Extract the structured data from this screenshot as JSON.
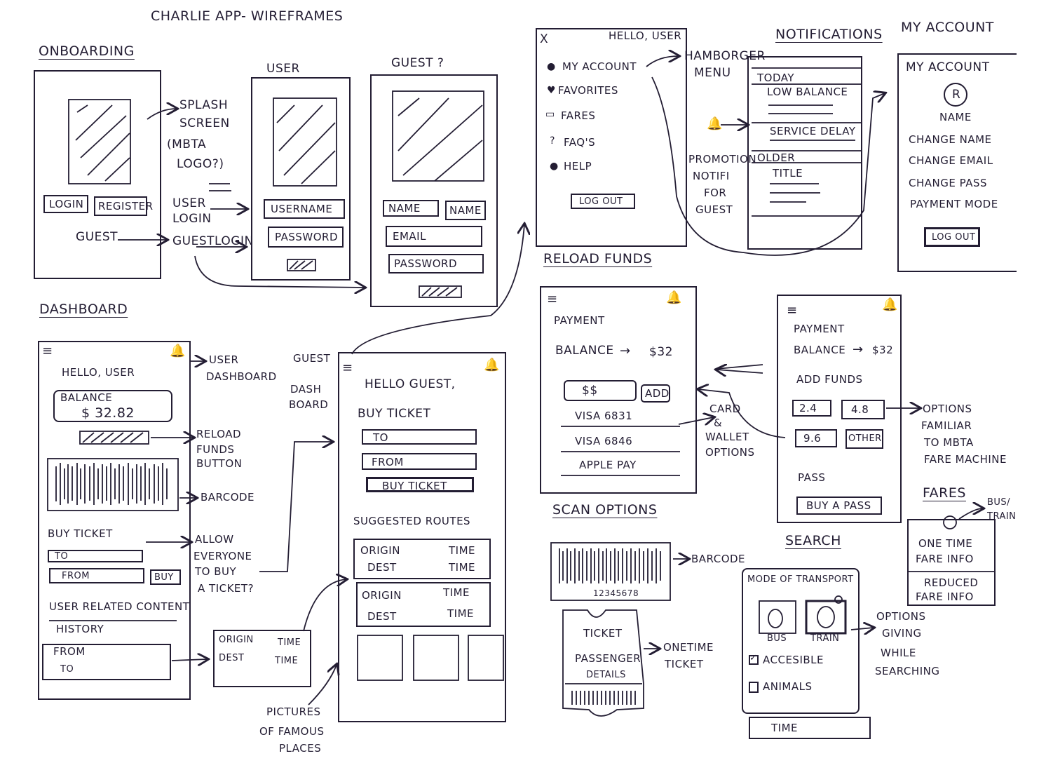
{
  "title": "CHARLIE APP- WIREFRAMES",
  "sections": {
    "onboarding": "ONBOARDING",
    "dashboard": "DASHBOARD",
    "reload_funds": "RELOAD FUNDS",
    "scan_options": "SCAN OPTIONS",
    "search": "SEARCH",
    "notifications": "NOTIFICATIONS",
    "my_account": "MY ACCOUNT",
    "fares": "FARES"
  },
  "onboarding": {
    "splash_note": [
      "SPLASH",
      "SCREEN",
      "(MBTA",
      "LOGO?)"
    ],
    "login": "LOGIN",
    "register": "REGISTER",
    "guest": "GUEST",
    "user_login_note": [
      "USER",
      "LOGIN"
    ],
    "guest_login_note": "GUESTLOGIN",
    "user_label": "USER",
    "username": "USERNAME",
    "password": "PASSWORD",
    "guest_label": "GUEST ?",
    "name1": "NAME",
    "name2": "NAME",
    "email": "EMAIL",
    "guest_password": "PASSWORD"
  },
  "menu": {
    "close": "X",
    "greeting": "HELLO, USER",
    "items": [
      "MY ACCOUNT",
      "FAVORITES",
      "FARES",
      "FAQ'S",
      "HELP"
    ],
    "logout": "LOG OUT",
    "note": [
      "HAMBORGER",
      "MENU"
    ]
  },
  "notifications": {
    "today": "TODAY",
    "low_balance": "LOW BALANCE",
    "service_delay": "SERVICE DELAY",
    "older": "OLDER",
    "title": "TITLE",
    "promo_note": [
      "PROMOTION",
      "NOTIFI",
      "FOR",
      "GUEST"
    ]
  },
  "account": {
    "heading": "MY ACCOUNT",
    "avatar": "R",
    "name": "NAME",
    "options": [
      "CHANGE NAME",
      "CHANGE EMAIL",
      "CHANGE PASS",
      "PAYMENT MODE"
    ],
    "logout": "LOG OUT"
  },
  "user_dashboard": {
    "greeting": "HELLO, USER",
    "balance_label": "BALANCE",
    "balance_value": "$ 32.82",
    "buy_ticket": "BUY TICKET",
    "to": "TO",
    "from": "FROM",
    "buy": "BUY",
    "user_related": "USER RELATED CONTENT",
    "history": "HISTORY",
    "hist_from": "FROM",
    "hist_to": "TO",
    "notes": {
      "user_dashboard": [
        "USER",
        "DASHBOARD"
      ],
      "reload": [
        "RELOAD",
        "FUNDS",
        "BUTTON"
      ],
      "barcode": "BARCODE",
      "allow": [
        "ALLOW",
        "EVERYONE",
        "TO BUY",
        "A TICKET?"
      ]
    }
  },
  "route_card": {
    "origin": "ORIGIN",
    "time": "TIME",
    "dest": "DEST"
  },
  "guest_dashboard": {
    "note": [
      "GUEST",
      "DASH",
      "BOARD"
    ],
    "greeting": "HELLO GUEST,",
    "buy_ticket": "BUY TICKET",
    "to": "TO",
    "from": "FROM",
    "buy_button": "BUY TICKET",
    "suggested": "SUGGESTED ROUTES",
    "origin": "ORIGIN",
    "dest": "DEST",
    "time": "TIME",
    "pictures_note": [
      "PICTURES",
      "OF FAMOUS",
      "PLACES"
    ]
  },
  "payment1": {
    "payment": "PAYMENT",
    "balance": "BALANCE",
    "balance_value": "$32",
    "amount": "$$",
    "add": "ADD",
    "cards": [
      "VISA 6831",
      "VISA 6846",
      "APPLE PAY"
    ],
    "note": [
      "CARD",
      "&",
      "WALLET",
      "OPTIONS"
    ]
  },
  "payment2": {
    "payment": "PAYMENT",
    "balance": "BALANCE",
    "balance_value": "$32",
    "add_funds": "ADD FUNDS",
    "amounts": [
      "2.4",
      "4.8",
      "9.6",
      "OTHER"
    ],
    "pass": "PASS",
    "buy_pass": "BUY A PASS",
    "note": [
      "OPTIONS",
      "FAMILIAR",
      "TO MBTA",
      "FARE MACHINE"
    ]
  },
  "scan": {
    "barcode_number": "12345678",
    "barcode_note": "BARCODE",
    "ticket": "TICKET",
    "passenger": [
      "PASSENGER",
      "DETAILS"
    ],
    "onetime_note": [
      "ONETIME",
      "TICKET"
    ]
  },
  "search": {
    "mode": "MODE OF TRANSPORT",
    "bus": "BUS",
    "train": "TRAIN",
    "accessible": "ACCESIBLE",
    "animals": "ANIMALS",
    "time": "TIME",
    "note": [
      "OPTIONS",
      "GIVING",
      "WHILE",
      "SEARCHING"
    ]
  },
  "fares": {
    "one_time": [
      "ONE TIME",
      "FARE INFO"
    ],
    "reduced": [
      "REDUCED",
      "FARE INFO"
    ],
    "note": [
      "BUS/",
      "TRAIN"
    ]
  }
}
